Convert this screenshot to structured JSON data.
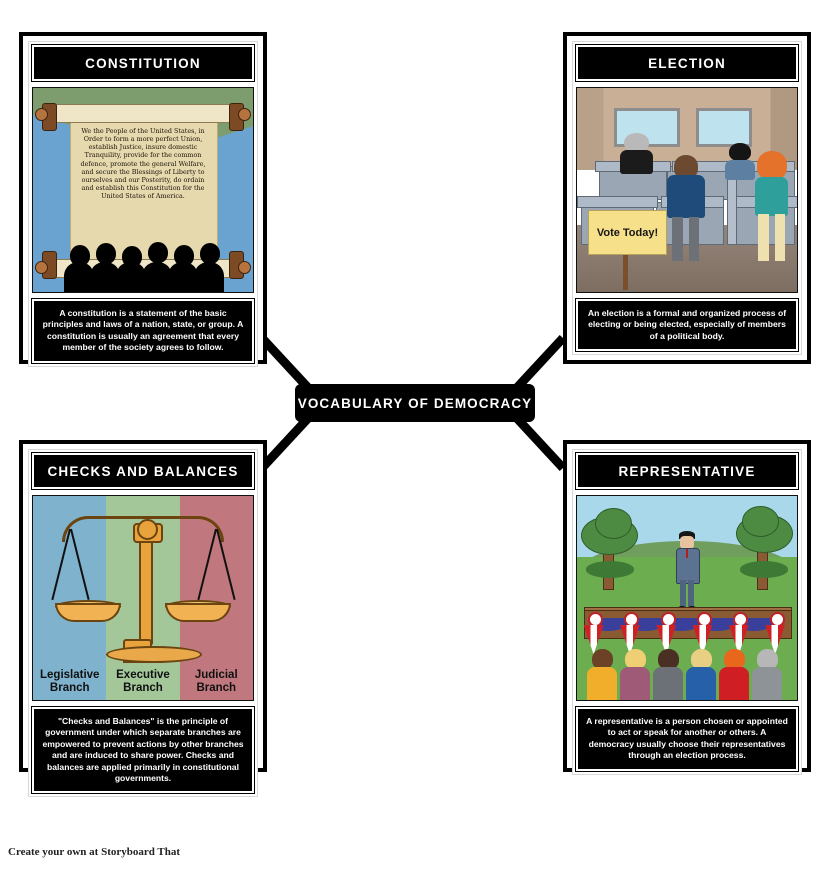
{
  "board": {
    "center_node": {
      "label": "VOCABULARY OF DEMOCRACY"
    },
    "footer": {
      "text": "Create your own at Storyboard That"
    },
    "colors": {
      "frame": "#000000",
      "card_background": "#ffffff",
      "title_bar": "#000000",
      "title_text": "#ffffff",
      "caption_background": "#000000",
      "caption_text": "#ffffff",
      "legislative_panel": "#7fb2cd",
      "executive_panel": "#a4c79a",
      "judicial_panel": "#c0787e",
      "vote_sign": "#f7e08a",
      "scale_gold": "#e8a33d"
    }
  },
  "cards": [
    {
      "id": "constitution",
      "title": "CONSTITUTION",
      "caption": "A constitution is a statement of the basic principles and laws of a nation, state, or group. A constitution is usually an agreement that every member of the society agrees to follow.",
      "scene": {
        "name": "scroll-with-preamble-and-crowd-silhouette",
        "scroll_text": "We the People of the United States, in Order to form a more perfect Union, establish Justice, insure domestic Tranquility, provide for the common defence, promote the general Welfare, and secure the Blessings of Liberty to ourselves and our Posterity, do ordain and establish this Constitution for the United States of America."
      }
    },
    {
      "id": "election",
      "title": "ELECTION",
      "caption": "An election is a formal and organized process of electing or being elected, especially of members of a political body.",
      "scene": {
        "name": "polling-place-voting-booths",
        "sign_text": "Vote Today!"
      }
    },
    {
      "id": "checks-and-balances",
      "title": "CHECKS AND BALANCES",
      "caption": "\"Checks and Balances\" is the principle of government under which separate branches are empowered to prevent actions by other branches and are induced to share power. Checks and balances are applied primarily in constitutional governments.",
      "scene": {
        "name": "balance-scales-over-three-branches",
        "branches": [
          {
            "label_line1": "Legislative",
            "label_line2": "Branch",
            "color": "#7fb2cd"
          },
          {
            "label_line1": "Executive",
            "label_line2": "Branch",
            "color": "#a4c79a"
          },
          {
            "label_line1": "Judicial",
            "label_line2": "Branch",
            "color": "#c0787e"
          }
        ]
      }
    },
    {
      "id": "representative",
      "title": "REPRESENTATIVE",
      "caption": "A representative is a person chosen or appointed to act or speak for another or others. A democracy usually choose their representatives through an election process.",
      "scene": {
        "name": "speaker-on-bunting-stage-before-crowd"
      }
    }
  ]
}
